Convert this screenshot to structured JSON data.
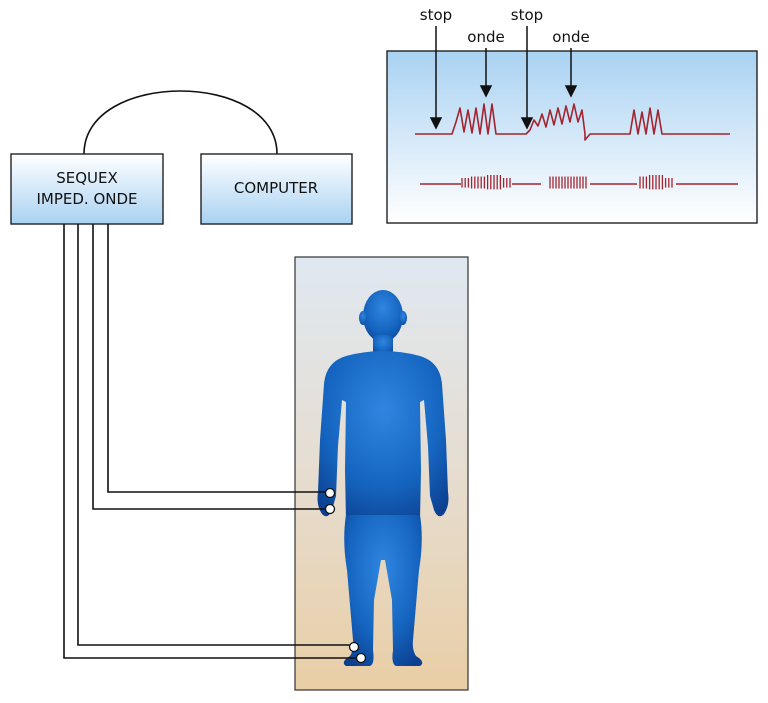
{
  "devices": {
    "sequex": {
      "line1": "SEQUEX",
      "line2": "IMPED. ONDE"
    },
    "computer": {
      "label": "COMPUTER"
    }
  },
  "signal_markers": [
    {
      "label": "stop"
    },
    {
      "label": "onde"
    },
    {
      "label": "stop"
    },
    {
      "label": "onde"
    }
  ],
  "colors": {
    "box_gradient_top": "#ffffff",
    "box_gradient_bottom": "#a9d2f2",
    "signal_line": "#a3242e",
    "figure_blue": "#1565c0",
    "figure_blue_dark": "#0b3d91",
    "panel_top": "#dbe6f0",
    "panel_bottom": "#e8cfa8",
    "wire": "#111111"
  },
  "icons": {
    "human": "human-figure-icon",
    "electrode": "electrode-icon"
  }
}
